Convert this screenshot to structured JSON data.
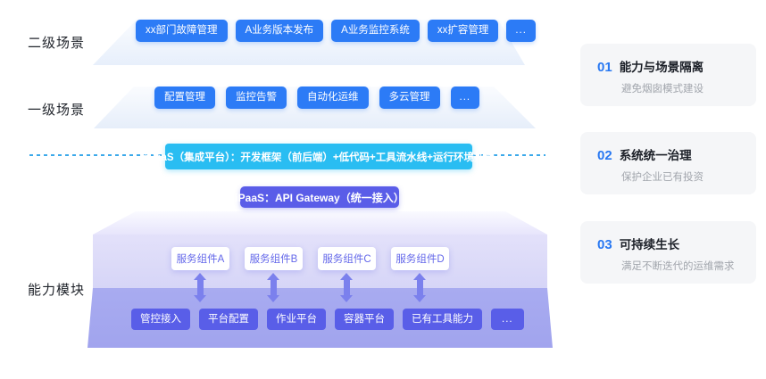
{
  "labels": {
    "secondary_scene": "二级场景",
    "primary_scene": "一级场景",
    "capability_module": "能力模块"
  },
  "secondary_buttons": [
    "xx部门故障管理",
    "A业务版本发布",
    "A业务监控系统",
    "xx扩容管理",
    "..."
  ],
  "primary_buttons": [
    "配置管理",
    "监控告警",
    "自动化运维",
    "多云管理",
    "..."
  ],
  "apaas_banner": "aPaaS（集成平台）：开发框架（前后端）+低代码+工具流水线+运行环境托管",
  "ipaas_button": "iPaaS：API Gateway（统一接入）",
  "service_components": [
    "服务组件A",
    "服务组件B",
    "服务组件C",
    "服务组件D"
  ],
  "capability_buttons": [
    "管控接入",
    "平台配置",
    "作业平台",
    "容器平台",
    "已有工具能力",
    "..."
  ],
  "right_cards": [
    {
      "number": "01",
      "title": "能力与场景隔离",
      "subtitle": "避免烟囱模式建设"
    },
    {
      "number": "02",
      "title": "系统统一治理",
      "subtitle": "保护企业已有投资"
    },
    {
      "number": "03",
      "title": "可持续生长",
      "subtitle": "满足不断迭代的运维需求"
    }
  ],
  "colors": {
    "scene_button_blue": "#2C7BF6",
    "apaas_cyan": "#29BDF2",
    "dash_line_cyan": "#3BA9EA",
    "ipaas_indigo": "#5A5DE8",
    "capability_button_indigo": "#595EE8",
    "block_face_lavender": "#DDDBF9",
    "block_band_lavender": "#A5A8EF",
    "arrow_purple": "#7B80ED",
    "card_bg_gray": "#F5F6F8",
    "card_number_blue": "#2878F2",
    "card_subtitle_gray": "#A1A5AC"
  }
}
